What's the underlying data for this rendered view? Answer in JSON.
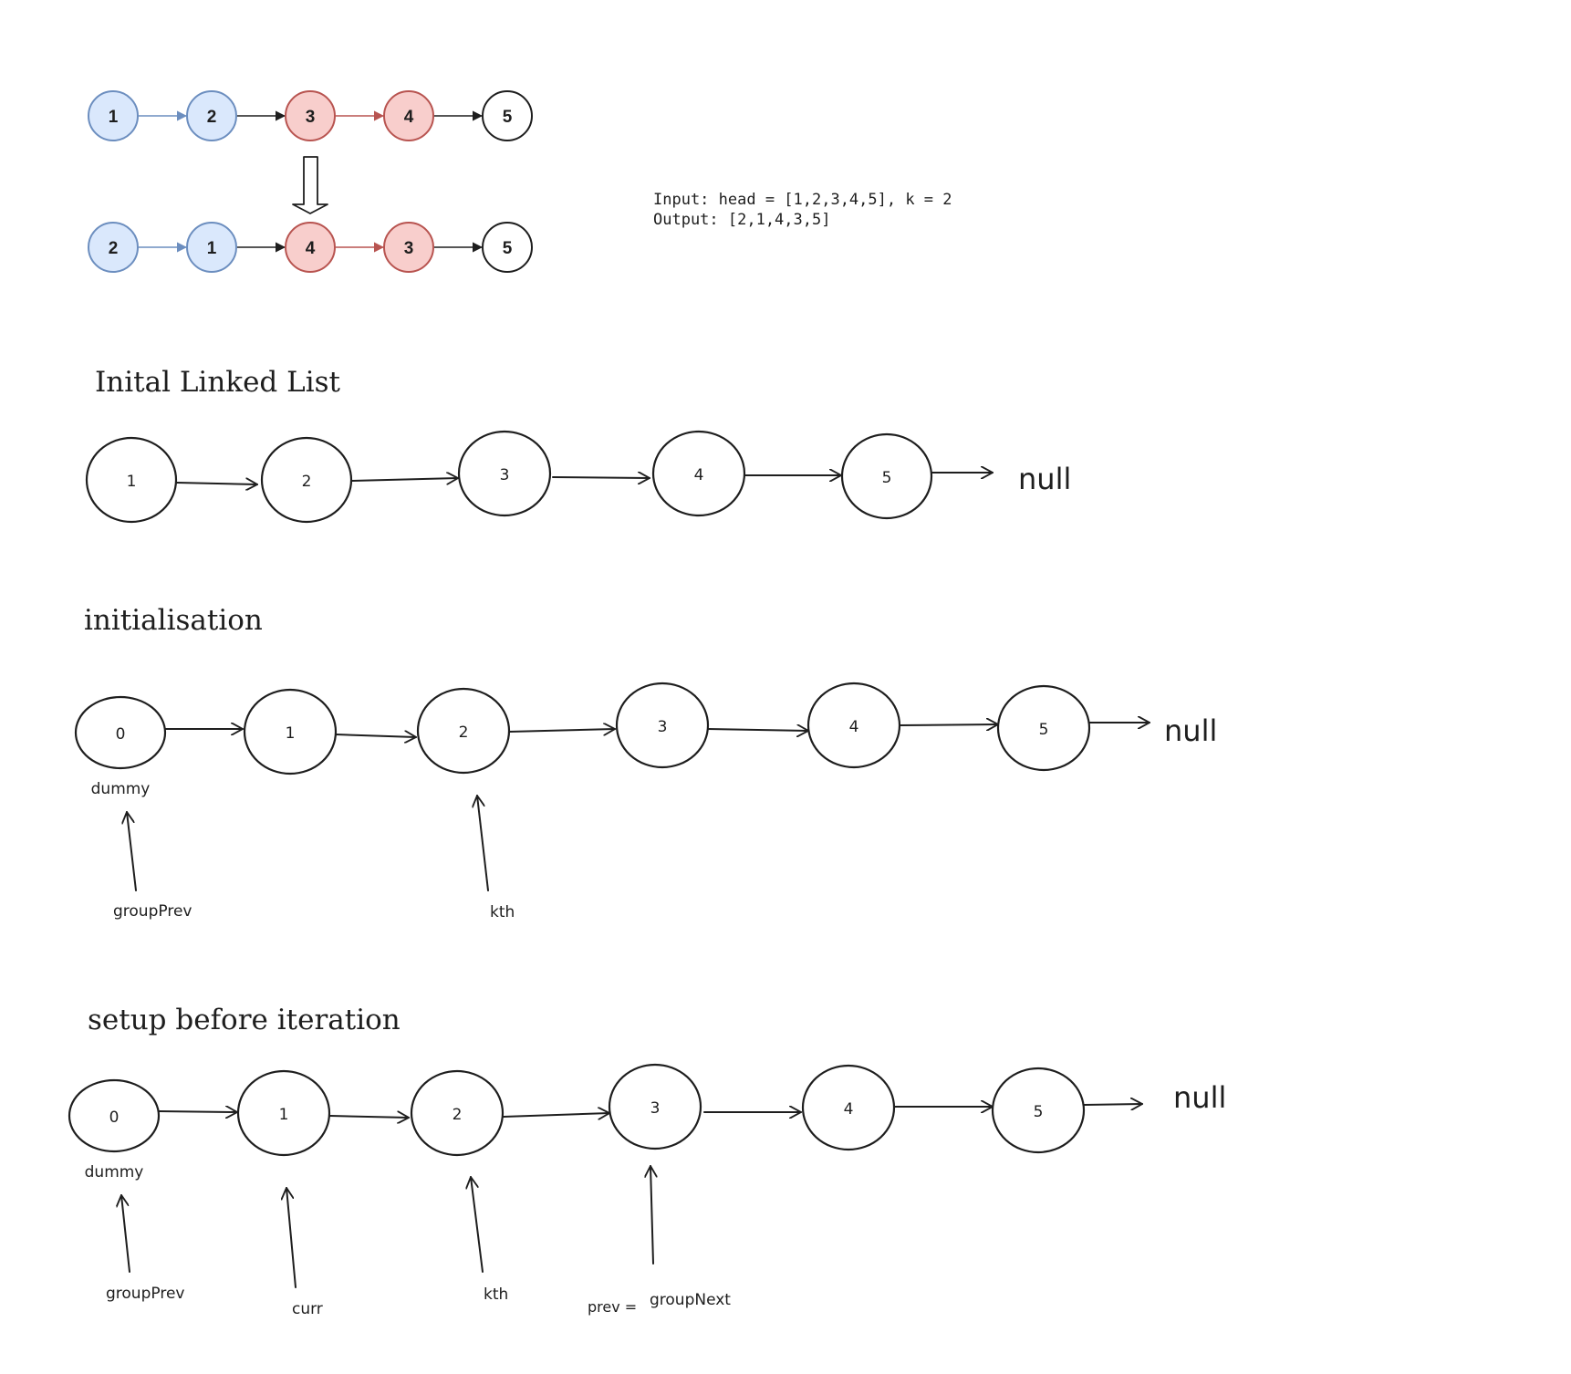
{
  "top_example": {
    "before_nodes": [
      {
        "label": "1",
        "color": "blue"
      },
      {
        "label": "2",
        "color": "blue"
      },
      {
        "label": "3",
        "color": "red"
      },
      {
        "label": "4",
        "color": "red"
      },
      {
        "label": "5",
        "color": "none"
      }
    ],
    "after_nodes": [
      {
        "label": "2",
        "color": "blue"
      },
      {
        "label": "1",
        "color": "blue"
      },
      {
        "label": "4",
        "color": "red"
      },
      {
        "label": "3",
        "color": "red"
      },
      {
        "label": "5",
        "color": "none"
      }
    ],
    "input_text": "Input: head = [1,2,3,4,5], k = 2",
    "output_text": "Output: [2,1,4,3,5]"
  },
  "colors": {
    "blue_fill": "#dae8fc",
    "blue_stroke": "#6c8ebf",
    "red_fill": "#f8cecc",
    "red_stroke": "#b85450",
    "ink": "#1e1e1e"
  },
  "section_initial": {
    "title": "Inital Linked List",
    "nodes": [
      "1",
      "2",
      "3",
      "4",
      "5"
    ],
    "null_label": "null"
  },
  "section_init": {
    "title": "initialisation",
    "nodes": [
      "0",
      "1",
      "2",
      "3",
      "4",
      "5"
    ],
    "null_label": "null",
    "dummy_label": "dummy",
    "pointers": [
      {
        "label": "groupPrev",
        "target": "0"
      },
      {
        "label": "kth",
        "target": "2"
      }
    ]
  },
  "section_setup": {
    "title": "setup before iteration",
    "nodes": [
      "0",
      "1",
      "2",
      "3",
      "4",
      "5"
    ],
    "null_label": "null",
    "dummy_label": "dummy",
    "pointers": [
      {
        "label": "groupPrev",
        "target": "0"
      },
      {
        "label": "curr",
        "target": "1"
      },
      {
        "label": "kth",
        "target": "2"
      },
      {
        "label": "prev =",
        "target": "3"
      },
      {
        "label": "groupNext",
        "target": "3"
      }
    ]
  }
}
